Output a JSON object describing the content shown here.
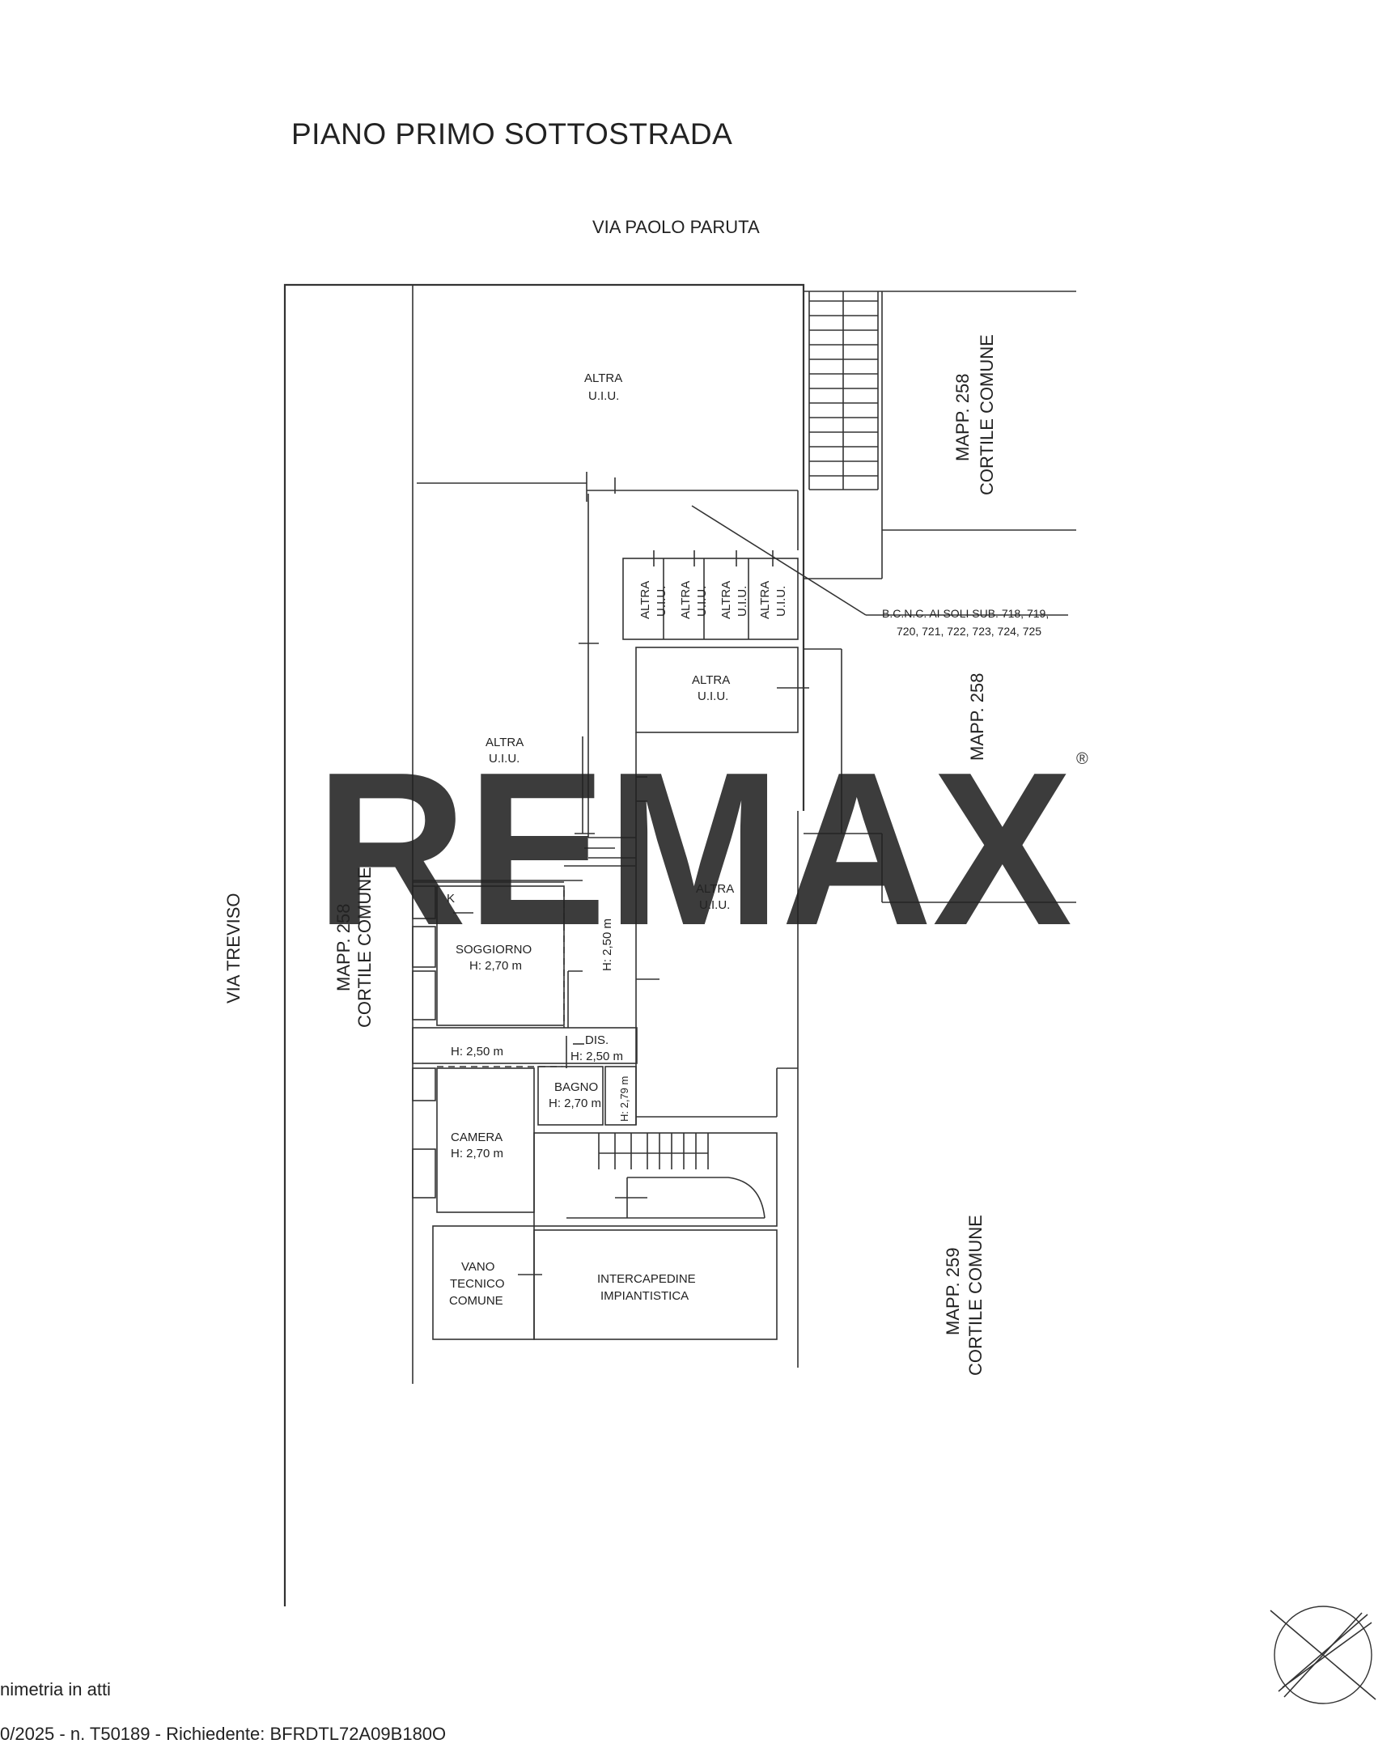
{
  "title": "PIANO PRIMO SOTTOSTRADA",
  "streets": {
    "top": "VIA PAOLO PARUTA",
    "left": "VIA TREVISO"
  },
  "mapp_labels": {
    "right_top_1": "MAPP. 258",
    "right_top_2": "CORTILE COMUNE",
    "right_mid": "MAPP. 258",
    "left_1": "MAPP. 258",
    "left_2": "CORTILE COMUNE",
    "right_bottom_1": "MAPP. 259",
    "right_bottom_2": "CORTILE COMUNE"
  },
  "rooms": {
    "altra": "ALTRA",
    "uiu": "U.I.U.",
    "soggiorno": "SOGGIORNO",
    "soggiorno_h": "H: 2,70 m",
    "corridor_h": "H: 2,50 m",
    "camera_corridor_h": "H: 2,50 m",
    "dis": "DIS.",
    "dis_h": "H: 2,50 m",
    "bagno": "BAGNO",
    "bagno_h": "H: 2,70 m",
    "small_h": "H: 2,79 m",
    "camera": "CAMERA",
    "camera_h": "H: 2,70 m",
    "kitchen_mark": "K",
    "vano_1": "VANO",
    "vano_2": "TECNICO",
    "vano_3": "COMUNE",
    "intercapedine_1": "INTERCAPEDINE",
    "intercapedine_2": "IMPIANTISTICA"
  },
  "bcnc": {
    "line1": "B.C.N.C. AI SOLI SUB. 718, 719,",
    "line2": "720, 721, 722, 723, 724, 725"
  },
  "watermark": {
    "text": "REMAX",
    "registered": "®",
    "color": "#8a8a8a"
  },
  "footer": {
    "line1": "nimetria in atti",
    "line2": "0/2025 - n. T50189 - Richiedente: BFRDTL72A09B180O"
  }
}
